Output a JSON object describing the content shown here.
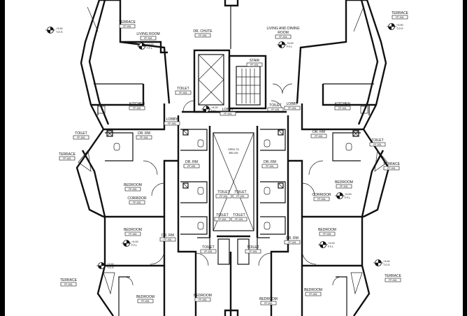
{
  "rooms": [
    {
      "key": "terrace_tl",
      "name": "TERRACE",
      "tag": "FF-001"
    },
    {
      "key": "living_l",
      "name": "LIVING ROOM",
      "tag": "FF-001"
    },
    {
      "key": "dr_chute",
      "name": "DR. CHUTE",
      "tag": "FF-001"
    },
    {
      "key": "living_dining",
      "name": "LIVING AND DINING",
      "name2": "ROOM",
      "tag": "FF-001"
    },
    {
      "key": "terrace_tr",
      "name": "TERRACE",
      "tag": "FF-001"
    },
    {
      "key": "stair",
      "name": "STAIR",
      "tag": "FF-001"
    },
    {
      "key": "kitchen_l",
      "name": "KITCHEN",
      "tag": "FF-001"
    },
    {
      "key": "toilet_c1",
      "name": "TOILET",
      "tag": "FF-001"
    },
    {
      "key": "lobby_c",
      "name": "LOBBY",
      "tag": "FF-001"
    },
    {
      "key": "toilet_c2",
      "name": "TOILET",
      "tag": "FF-001"
    },
    {
      "key": "lobby_r",
      "name": "LOBBY",
      "tag": "FF-001"
    },
    {
      "key": "kitchen_r",
      "name": "KITCHEN",
      "tag": "FF-001"
    },
    {
      "key": "lobby_l",
      "name": "LOBBY",
      "tag": "FF-001"
    },
    {
      "key": "toilet_l1",
      "name": "TOILET",
      "tag": "FF-001"
    },
    {
      "key": "drrm_l",
      "name": "DR. RM",
      "tag": "FF-001"
    },
    {
      "key": "drrm_r",
      "name": "DR. RM",
      "tag": "FF-001"
    },
    {
      "key": "toilet_r1",
      "name": "TOILET",
      "tag": "FF-001"
    },
    {
      "key": "terrace_ml",
      "name": "TERRACE",
      "tag": "FF-001"
    },
    {
      "key": "terrace_mr",
      "name": "TERRACE",
      "tag": "FF-001"
    },
    {
      "key": "drrm_cl",
      "name": "DR. RM",
      "tag": "FF-001"
    },
    {
      "key": "drrm_cr",
      "name": "DR. RM",
      "tag": "FF-001"
    },
    {
      "key": "bedroom_l1",
      "name": "BEDROOM",
      "tag": "FF-001"
    },
    {
      "key": "corridor_l",
      "name": "CORRIDOR",
      "tag": "FF-001"
    },
    {
      "key": "toilet_m1",
      "name": "TOILET",
      "tag": "FF-001"
    },
    {
      "key": "toilet_m2",
      "name": "TOILET",
      "tag": "FF-001"
    },
    {
      "key": "bedroom_r1",
      "name": "BEDROOM",
      "tag": "FF-001"
    },
    {
      "key": "corridor_r",
      "name": "CORRIDOR",
      "tag": "FF-001"
    },
    {
      "key": "toilet_m3",
      "name": "TOILET",
      "tag": "FF-001"
    },
    {
      "key": "toilet_m4",
      "name": "TOILET",
      "tag": "FF-001"
    },
    {
      "key": "bedroom_l2",
      "name": "BEDROOM",
      "tag": "FF-001"
    },
    {
      "key": "drrm_bl",
      "name": "DR. RM",
      "tag": "FF-001"
    },
    {
      "key": "toilet_b1",
      "name": "TOILET",
      "tag": "FF-001"
    },
    {
      "key": "toilet_b2",
      "name": "TOILET",
      "tag": "FF-001"
    },
    {
      "key": "drrm_br",
      "name": "DR. RM",
      "tag": "FF-001"
    },
    {
      "key": "bedroom_r2",
      "name": "BEDROOM",
      "tag": "FF-001"
    },
    {
      "key": "terrace_bl",
      "name": "TERRACE",
      "tag": "FF-001"
    },
    {
      "key": "terrace_br",
      "name": "TERRACE",
      "tag": "FF-001"
    },
    {
      "key": "bedroom_bl",
      "name": "BEDROOM",
      "tag": "FF-001"
    },
    {
      "key": "bedroom_bc1",
      "name": "BEDROOM",
      "tag": "FF-001"
    },
    {
      "key": "bedroom_bc2",
      "name": "BEDROOM",
      "tag": "FF-001"
    },
    {
      "key": "bedroom_br",
      "name": "BEDROOM",
      "tag": "FF-001"
    }
  ],
  "shaft_label": {
    "line1": "OPEN TO",
    "line2": "BELOW"
  },
  "levels": [
    {
      "key": "lv_tl",
      "l1": "+3.90",
      "l2": "T.O.S"
    },
    {
      "key": "lv_tr",
      "l1": "+3.90",
      "l2": "T.O.S"
    },
    {
      "key": "lv_living_l",
      "l1": "+4.00",
      "l2": "F.F.L"
    },
    {
      "key": "lv_living_r",
      "l1": "+4.00",
      "l2": "F.F.L"
    },
    {
      "key": "lv_lobby",
      "l1": "+4.00",
      "l2": "F.F.L"
    },
    {
      "key": "lv_corr_r",
      "l1": "+4.00",
      "l2": "F.F.L"
    },
    {
      "key": "lv_bed_l2",
      "l1": "+4.00",
      "l2": "F.F.L"
    },
    {
      "key": "lv_bed_r2",
      "l1": "+4.00",
      "l2": "F.F.L"
    },
    {
      "key": "lv_br",
      "l1": "+3.90",
      "l2": "T.O.S"
    },
    {
      "key": "lv_bl",
      "l1": "+3.90",
      "l2": "T.O.S"
    }
  ]
}
